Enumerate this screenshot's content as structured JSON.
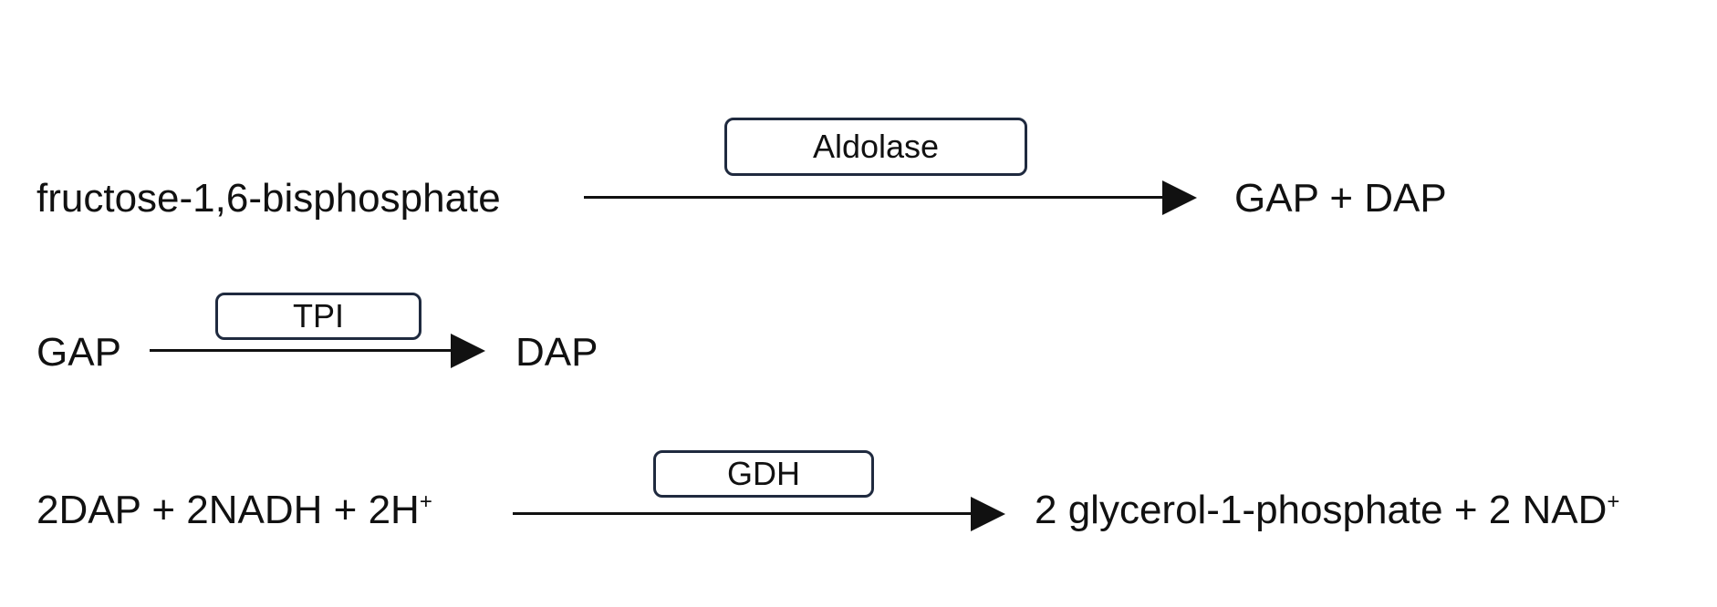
{
  "reactions": [
    {
      "substrate": "fructose-1,6-bisphosphate",
      "substrate_sup": "",
      "enzyme": "Aldolase",
      "product": "GAP + DAP",
      "product_sup": ""
    },
    {
      "substrate": "GAP",
      "substrate_sup": "",
      "enzyme": "TPI",
      "product": "DAP",
      "product_sup": ""
    },
    {
      "substrate": "2DAP + 2NADH + 2H",
      "substrate_sup": "+",
      "enzyme": "GDH",
      "product": "2 glycerol-1-phosphate + 2 NAD",
      "product_sup": "+"
    }
  ]
}
